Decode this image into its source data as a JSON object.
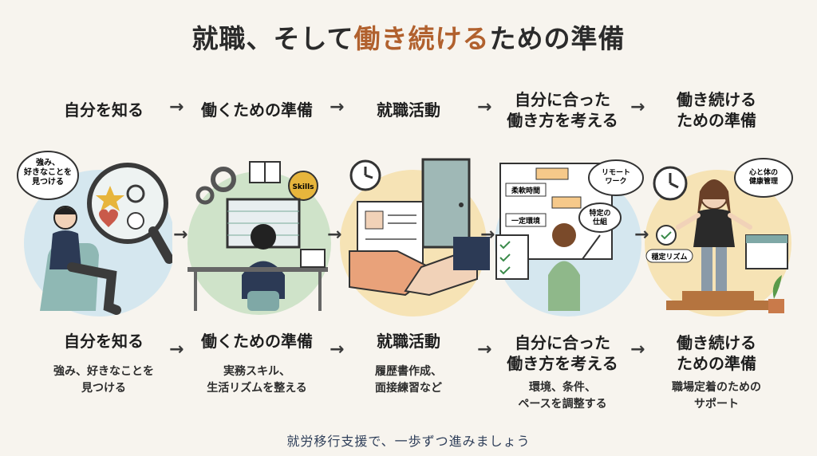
{
  "title": {
    "part1": "就職、そして",
    "highlight": "働き続ける",
    "part2": "ための準備"
  },
  "steps": [
    {
      "label": "自分を知る",
      "desc": "強み、好きなことを\n見つける"
    },
    {
      "label": "働くための準備",
      "desc": "実務スキル、\n生活リズムを整える"
    },
    {
      "label": "就職活動",
      "desc": "履歴書作成、\n面接練習など"
    },
    {
      "label": "自分に合った\n働き方を考える",
      "desc": "環境、条件、\nペースを調整する"
    },
    {
      "label": "働き続ける\nための準備",
      "desc": "職場定着のための\nサポート"
    }
  ],
  "arrow_glyph": "→",
  "bubbles": {
    "strengths": "強み、\n好きなことを\n見つける",
    "skills": "Skills",
    "remote": "リモート\nワーク",
    "flex_time": "柔軟時間",
    "fixed_env": "一定環境",
    "specific_method": "特定の\n仕組",
    "health": "心と体の\n健康管理",
    "rhythm": "穏定リズム"
  },
  "footer": "就労移行支援で、一歩ずつ進みましょう",
  "colors": {
    "accent": "#b1612e",
    "green": "#cfe3c9",
    "blue": "#d5e7ef",
    "yellow": "#f6e3b5",
    "teal": "#7fa8a6"
  }
}
